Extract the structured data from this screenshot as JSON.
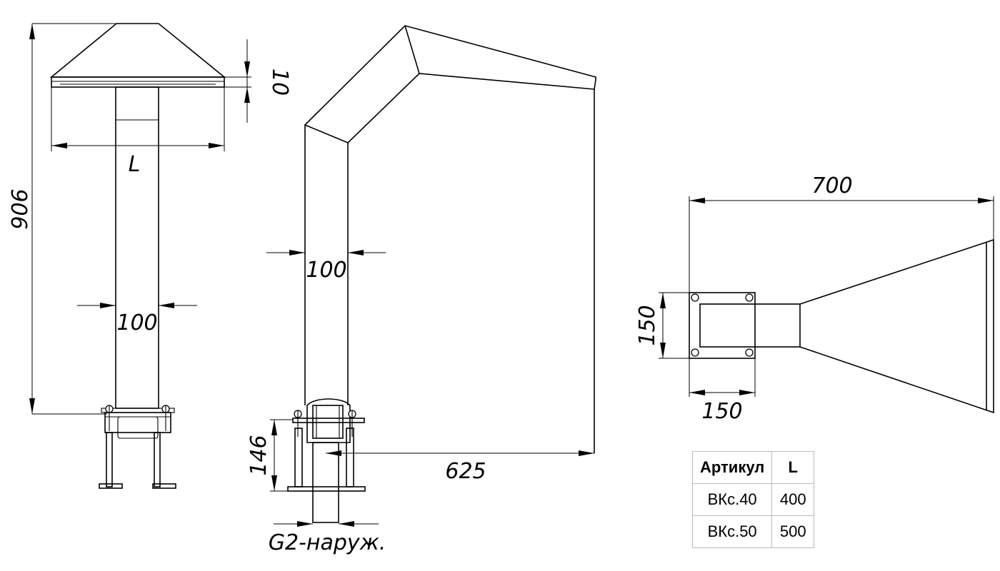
{
  "dimensions": {
    "height_total": "906",
    "cap_ring": "10",
    "width_L": "L",
    "pipe_front": "100",
    "pipe_side": "100",
    "base_height": "146",
    "reach": "625",
    "thread": "G2-наруж.",
    "top_length": "700",
    "flange_width": "150",
    "flange_height": "150"
  },
  "table": {
    "headers": [
      "Артикул",
      "L"
    ],
    "rows": [
      [
        "ВКс.40",
        "400"
      ],
      [
        "ВКс.50",
        "500"
      ]
    ]
  }
}
